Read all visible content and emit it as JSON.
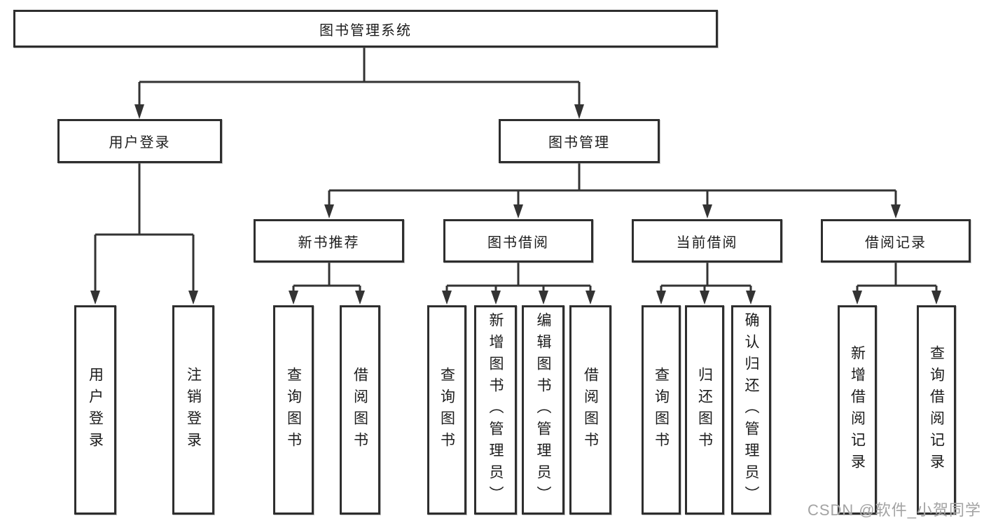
{
  "diagram": {
    "type": "hierarchy-tree",
    "tree": {
      "label": "图书管理系统",
      "children": [
        {
          "label": "用户登录",
          "children": [
            {
              "label": "用户登录"
            },
            {
              "label": "注销登录"
            }
          ]
        },
        {
          "label": "图书管理",
          "children": [
            {
              "label": "新书推荐",
              "children": [
                {
                  "label": "查询图书"
                },
                {
                  "label": "借阅图书"
                }
              ]
            },
            {
              "label": "图书借阅",
              "children": [
                {
                  "label": "查询图书"
                },
                {
                  "label": "新增图书（管理员）"
                },
                {
                  "label": "编辑图书（管理员）"
                },
                {
                  "label": "借阅图书"
                }
              ]
            },
            {
              "label": "当前借阅",
              "children": [
                {
                  "label": "查询图书"
                },
                {
                  "label": "归还图书"
                },
                {
                  "label": "确认归还（管理员）"
                }
              ]
            },
            {
              "label": "借阅记录",
              "children": [
                {
                  "label": "新增借阅记录"
                },
                {
                  "label": "查询借阅记录"
                }
              ]
            }
          ]
        }
      ]
    },
    "colors": {
      "line": "#333333",
      "box_border": "#2e2e2e",
      "text": "#1c1c1c",
      "background": "#ffffff"
    }
  },
  "watermark": {
    "text": "CSDN @软件_小贺同学",
    "color": "#a3a3a3"
  }
}
